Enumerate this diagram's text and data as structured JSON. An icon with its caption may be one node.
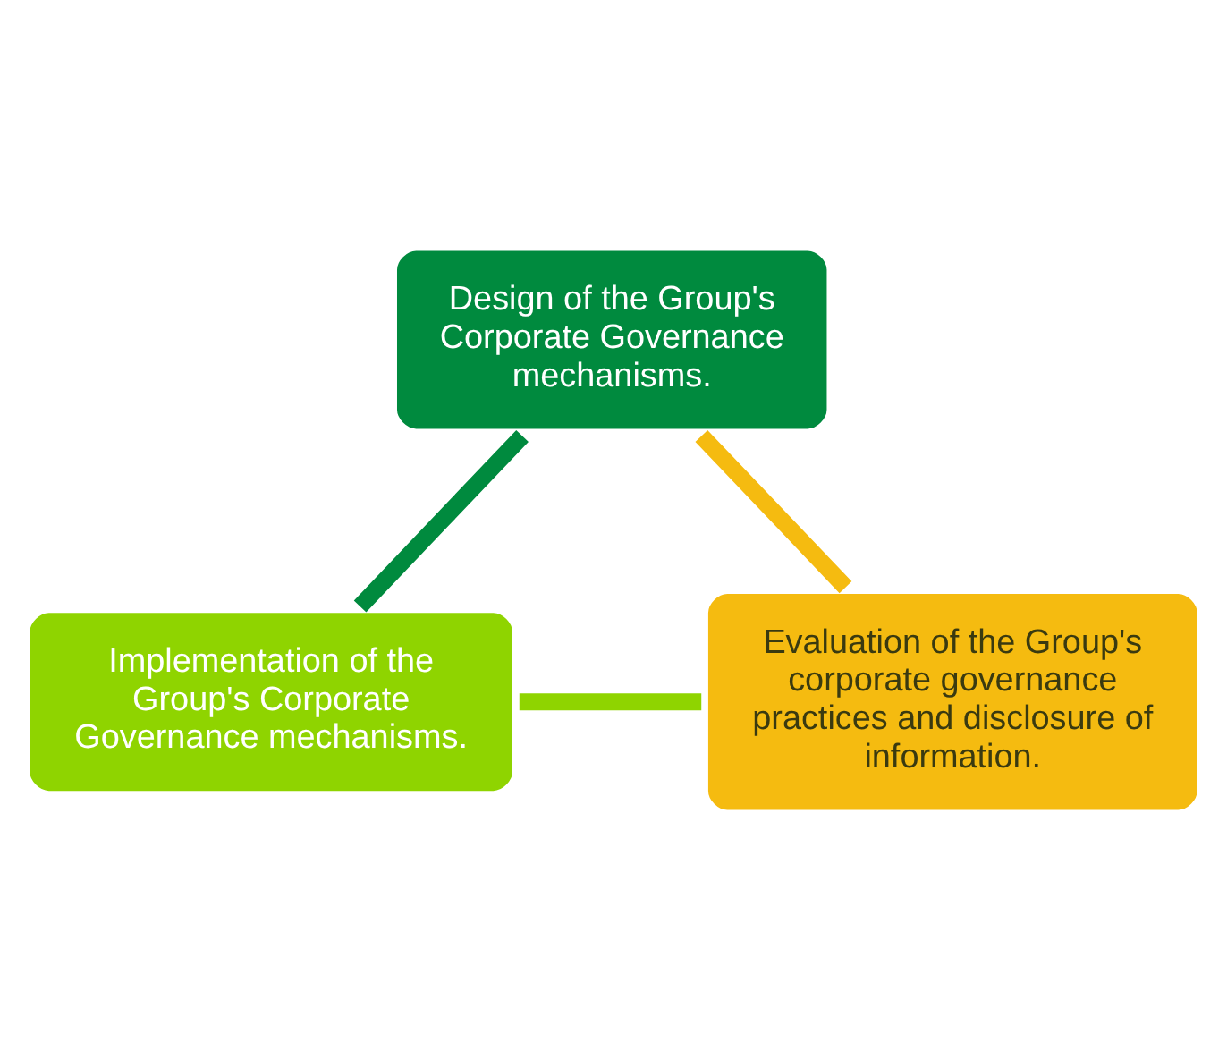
{
  "diagram": {
    "nodes": [
      {
        "text": [
          "Design of the Group's Corporate Governance mechanisms."
        ]
      },
      {
        "text": [
          "Implementation of the Group's Corporate Governance mechanisms."
        ]
      },
      {
        "text": [
          "Evaluation of the Group's corporate governance practices and disclosure of information."
        ]
      }
    ],
    "edges": [
      {
        "from": 0,
        "to": 1,
        "arrow": "none",
        "color": "#008a3e"
      },
      {
        "from": 1,
        "to": 2,
        "arrow": "none",
        "color": "#8fd400"
      },
      {
        "from": 2,
        "to": 0,
        "arrow": "none",
        "color": "#f5bb10"
      }
    ]
  }
}
